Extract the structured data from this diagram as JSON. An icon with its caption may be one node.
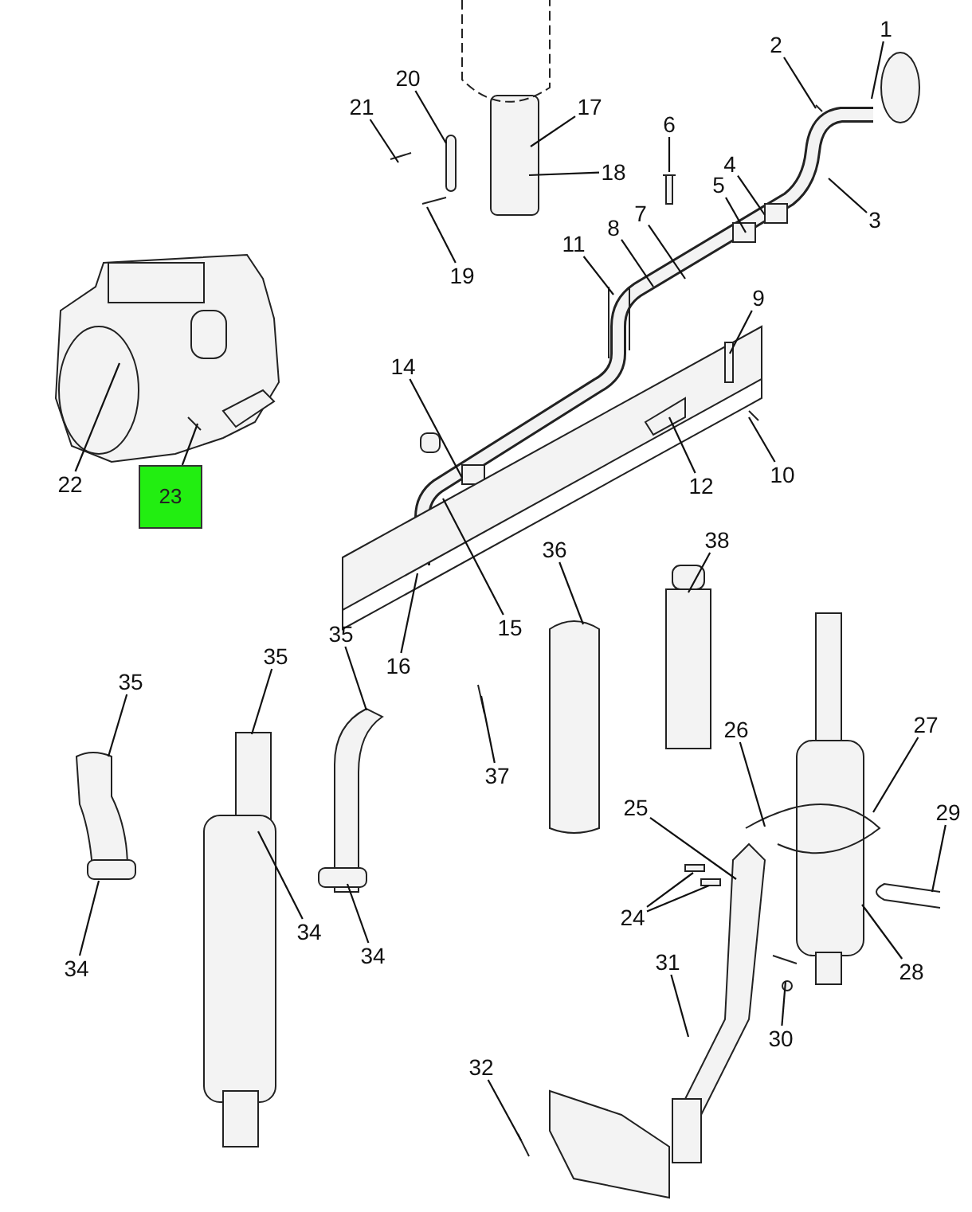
{
  "diagram": {
    "nodes": [
      {
        "text": [
          "1"
        ]
      },
      {
        "text": [
          "2"
        ]
      },
      {
        "text": [
          "3"
        ]
      },
      {
        "text": [
          "4"
        ]
      },
      {
        "text": [
          "5"
        ]
      },
      {
        "text": [
          "6"
        ]
      },
      {
        "text": [
          "7"
        ]
      },
      {
        "text": [
          "8"
        ]
      },
      {
        "text": [
          "9"
        ]
      },
      {
        "text": [
          "10"
        ]
      },
      {
        "text": [
          "11"
        ]
      },
      {
        "text": [
          "12"
        ]
      },
      {
        "text": [
          "14"
        ]
      },
      {
        "text": [
          "15"
        ]
      },
      {
        "text": [
          "16"
        ]
      },
      {
        "text": [
          "17"
        ]
      },
      {
        "text": [
          "18"
        ]
      },
      {
        "text": [
          "19"
        ]
      },
      {
        "text": [
          "20"
        ]
      },
      {
        "text": [
          "21"
        ]
      },
      {
        "text": [
          "22"
        ]
      },
      {
        "text": [
          "23"
        ]
      },
      {
        "text": [
          "24"
        ]
      },
      {
        "text": [
          "25"
        ]
      },
      {
        "text": [
          "26"
        ]
      },
      {
        "text": [
          "27"
        ]
      },
      {
        "text": [
          "28"
        ]
      },
      {
        "text": [
          "29"
        ]
      },
      {
        "text": [
          "30"
        ]
      },
      {
        "text": [
          "31"
        ]
      },
      {
        "text": [
          "32"
        ]
      },
      {
        "text": [
          "34"
        ]
      },
      {
        "text": [
          "34"
        ]
      },
      {
        "text": [
          "34"
        ]
      },
      {
        "text": [
          "35"
        ]
      },
      {
        "text": [
          "35"
        ]
      },
      {
        "text": [
          "35"
        ]
      },
      {
        "text": [
          "36"
        ]
      },
      {
        "text": [
          "37"
        ]
      },
      {
        "text": [
          "38"
        ]
      }
    ],
    "edges": [
      {
        "from": 0,
        "to": null,
        "arrow": "none"
      },
      {
        "from": 1,
        "to": null,
        "arrow": "none"
      },
      {
        "from": 2,
        "to": null,
        "arrow": "none"
      },
      {
        "from": 3,
        "to": null,
        "arrow": "none"
      },
      {
        "from": 4,
        "to": null,
        "arrow": "none"
      },
      {
        "from": 5,
        "to": null,
        "arrow": "none"
      },
      {
        "from": 6,
        "to": null,
        "arrow": "none"
      },
      {
        "from": 7,
        "to": null,
        "arrow": "none"
      },
      {
        "from": 8,
        "to": null,
        "arrow": "none"
      },
      {
        "from": 9,
        "to": null,
        "arrow": "none"
      },
      {
        "from": 10,
        "to": null,
        "arrow": "none"
      },
      {
        "from": 11,
        "to": null,
        "arrow": "none"
      },
      {
        "from": 12,
        "to": null,
        "arrow": "none"
      },
      {
        "from": 13,
        "to": null,
        "arrow": "none"
      },
      {
        "from": 14,
        "to": null,
        "arrow": "none"
      },
      {
        "from": 15,
        "to": null,
        "arrow": "none"
      },
      {
        "from": 16,
        "to": null,
        "arrow": "none"
      },
      {
        "from": 17,
        "to": null,
        "arrow": "none"
      },
      {
        "from": 18,
        "to": null,
        "arrow": "none"
      },
      {
        "from": 19,
        "to": null,
        "arrow": "none"
      },
      {
        "from": 20,
        "to": null,
        "arrow": "none"
      },
      {
        "from": 21,
        "to": null,
        "arrow": "none"
      },
      {
        "from": 22,
        "to": null,
        "arrow": "none"
      },
      {
        "from": 22,
        "to": null,
        "arrow": "none"
      },
      {
        "from": 23,
        "to": null,
        "arrow": "none"
      },
      {
        "from": 24,
        "to": null,
        "arrow": "none"
      },
      {
        "from": 25,
        "to": null,
        "arrow": "none"
      },
      {
        "from": 26,
        "to": null,
        "arrow": "none"
      },
      {
        "from": 27,
        "to": null,
        "arrow": "none"
      },
      {
        "from": 28,
        "to": null,
        "arrow": "none"
      },
      {
        "from": 29,
        "to": null,
        "arrow": "none"
      },
      {
        "from": 30,
        "to": null,
        "arrow": "none"
      },
      {
        "from": 31,
        "to": null,
        "arrow": "none"
      },
      {
        "from": 32,
        "to": null,
        "arrow": "none"
      },
      {
        "from": 33,
        "to": null,
        "arrow": "none"
      },
      {
        "from": 34,
        "to": null,
        "arrow": "none"
      },
      {
        "from": 35,
        "to": null,
        "arrow": "none"
      },
      {
        "from": 36,
        "to": null,
        "arrow": "none"
      },
      {
        "from": 37,
        "to": null,
        "arrow": "none"
      },
      {
        "from": 38,
        "to": null,
        "arrow": "none"
      },
      {
        "from": 39,
        "to": null,
        "arrow": "none"
      }
    ]
  }
}
